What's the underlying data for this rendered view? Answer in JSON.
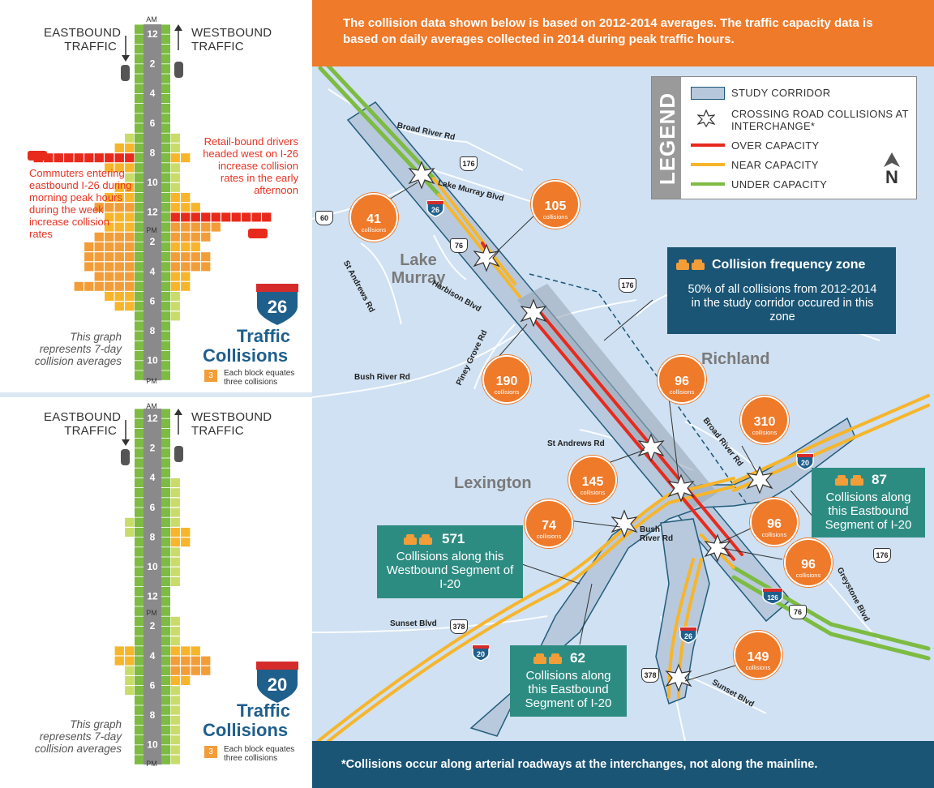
{
  "top_banner": "The collision data shown below is based on 2012-2014 averages. The traffic capacity data is based on daily averages collected in 2014 during peak traffic hours.",
  "bottom_banner": "*Collisions occur along arterial roadways at the interchanges, not along the mainline.",
  "colors": {
    "orange": "#ee7a2a",
    "dark_blue": "#1a5575",
    "teal": "#2d8c82",
    "over": "#e82a1d",
    "near": "#f7b52b",
    "under": "#7dbb42",
    "corridor": "#b7c8dc",
    "map_bg": "#cfe1f2"
  },
  "graphs": [
    {
      "id": "i26",
      "am": "AM",
      "pm": "PM",
      "eastbound": "EASTBOUND TRAFFIC",
      "westbound": "WESTBOUND TRAFFIC",
      "hours": [
        "12",
        "2",
        "4",
        "6",
        "8",
        "10",
        "12",
        "2",
        "4",
        "6",
        "8",
        "10"
      ],
      "eb_blocks": [
        0,
        0,
        0,
        0,
        0,
        0,
        0,
        0,
        0,
        0,
        0,
        1,
        2,
        10,
        3,
        1,
        2,
        3,
        4,
        3,
        3,
        4,
        5,
        5,
        5,
        4,
        6,
        3,
        2,
        0,
        0,
        0,
        0,
        0,
        0,
        0
      ],
      "wb_blocks": [
        0,
        0,
        0,
        0,
        0,
        0,
        0,
        0,
        0,
        0,
        0,
        1,
        1,
        2,
        1,
        1,
        1,
        2,
        3,
        10,
        5,
        4,
        3,
        4,
        4,
        2,
        2,
        1,
        1,
        1,
        0,
        0,
        0,
        0,
        0,
        0
      ],
      "note_left": "Commuters entering eastbound I-26 during morning peak hours during the week increase collision rates",
      "note_right": "Retail-bound drivers headed west on I-26 increase collision rates in the early afternoon",
      "shield": "26",
      "title_line1": "Traffic",
      "title_line2": "Collisions",
      "graph_note": "This graph represents 7-day collision averages",
      "block_value": "3",
      "block_note": "Each block equates three collisions"
    },
    {
      "id": "i20",
      "am": "AM",
      "pm": "PM",
      "eastbound": "EASTBOUND TRAFFIC",
      "westbound": "WESTBOUND TRAFFIC",
      "hours": [
        "12",
        "2",
        "4",
        "6",
        "8",
        "10",
        "12",
        "2",
        "4",
        "6",
        "8",
        "10"
      ],
      "eb_blocks": [
        0,
        0,
        0,
        0,
        0,
        0,
        0,
        0,
        0,
        0,
        0,
        1,
        1,
        0,
        0,
        0,
        0,
        0,
        0,
        0,
        0,
        0,
        0,
        0,
        2,
        2,
        1,
        1,
        1,
        0,
        0,
        0,
        0,
        0,
        0,
        0
      ],
      "wb_blocks": [
        0,
        0,
        0,
        0,
        0,
        0,
        0,
        1,
        1,
        1,
        1,
        1,
        2,
        2,
        1,
        1,
        1,
        1,
        0,
        0,
        0,
        1,
        1,
        1,
        3,
        4,
        4,
        2,
        1,
        1,
        1,
        1,
        1,
        1,
        1,
        1
      ],
      "shield": "20",
      "title_line1": "Traffic",
      "title_line2": "Collisions",
      "graph_note": "This graph represents 7-day collision averages",
      "block_value": "3",
      "block_note": "Each block equates three collisions"
    }
  ],
  "legend": {
    "title": "LEGEND",
    "items": [
      "STUDY CORRIDOR",
      "CROSSING ROAD COLLISIONS AT INTERCHANGE*",
      "OVER CAPACITY",
      "NEAR CAPACITY",
      "UNDER CAPACITY"
    ],
    "north": "N"
  },
  "collision_zone": {
    "title": "Collision frequency zone",
    "text": "50% of all collisions from 2012-2014 in the study corridor occured in this zone"
  },
  "circles": [
    {
      "value": "41",
      "label": "collisions"
    },
    {
      "value": "105",
      "label": "collisions"
    },
    {
      "value": "190",
      "label": "collisions"
    },
    {
      "value": "96",
      "label": "collisions"
    },
    {
      "value": "310",
      "label": "collisions"
    },
    {
      "value": "145",
      "label": "collisions"
    },
    {
      "value": "74",
      "label": "collisions"
    },
    {
      "value": "96",
      "label": "collisions"
    },
    {
      "value": "96",
      "label": "collisions"
    },
    {
      "value": "149",
      "label": "collisions"
    }
  ],
  "callouts": {
    "wb20": {
      "num": "571",
      "text": "Collisions along this Westbound Segment of I-20"
    },
    "eb20_right": {
      "num": "87",
      "text": "Collisions along this Eastbound Segment of I-20"
    },
    "eb20_bottom": {
      "num": "62",
      "text": "Collisions along this Eastbound Segment of I-20"
    }
  },
  "places": {
    "lake_murray": "Lake Murray",
    "richland": "Richland",
    "lexington": "Lexington"
  },
  "roads": {
    "broad_river": "Broad River Rd",
    "lake_murray_blvd": "Lake Murray Blvd",
    "st_andrews_left": "St Andrews Rd",
    "harbison": "Harbison Blvd",
    "piney_grove": "Piney Grove Rd",
    "bush_river_left": "Bush River Rd",
    "st_andrews_mid": "St Andrews Rd",
    "broad_river_right": "Broad River Rd",
    "bush_river_mid": "Bush River Rd",
    "sunset_left": "Sunset Blvd",
    "sunset_right": "Sunset Blvd",
    "greystone": "Greystone Blvd"
  },
  "shields": {
    "s176a": "176",
    "s60": "60",
    "s76a": "76",
    "s176b": "176",
    "s176c": "176",
    "s76b": "76",
    "s378a": "378",
    "s378b": "378",
    "i26a": "26",
    "i20a": "20",
    "i20b": "20",
    "i26b": "26",
    "i126": "126"
  }
}
